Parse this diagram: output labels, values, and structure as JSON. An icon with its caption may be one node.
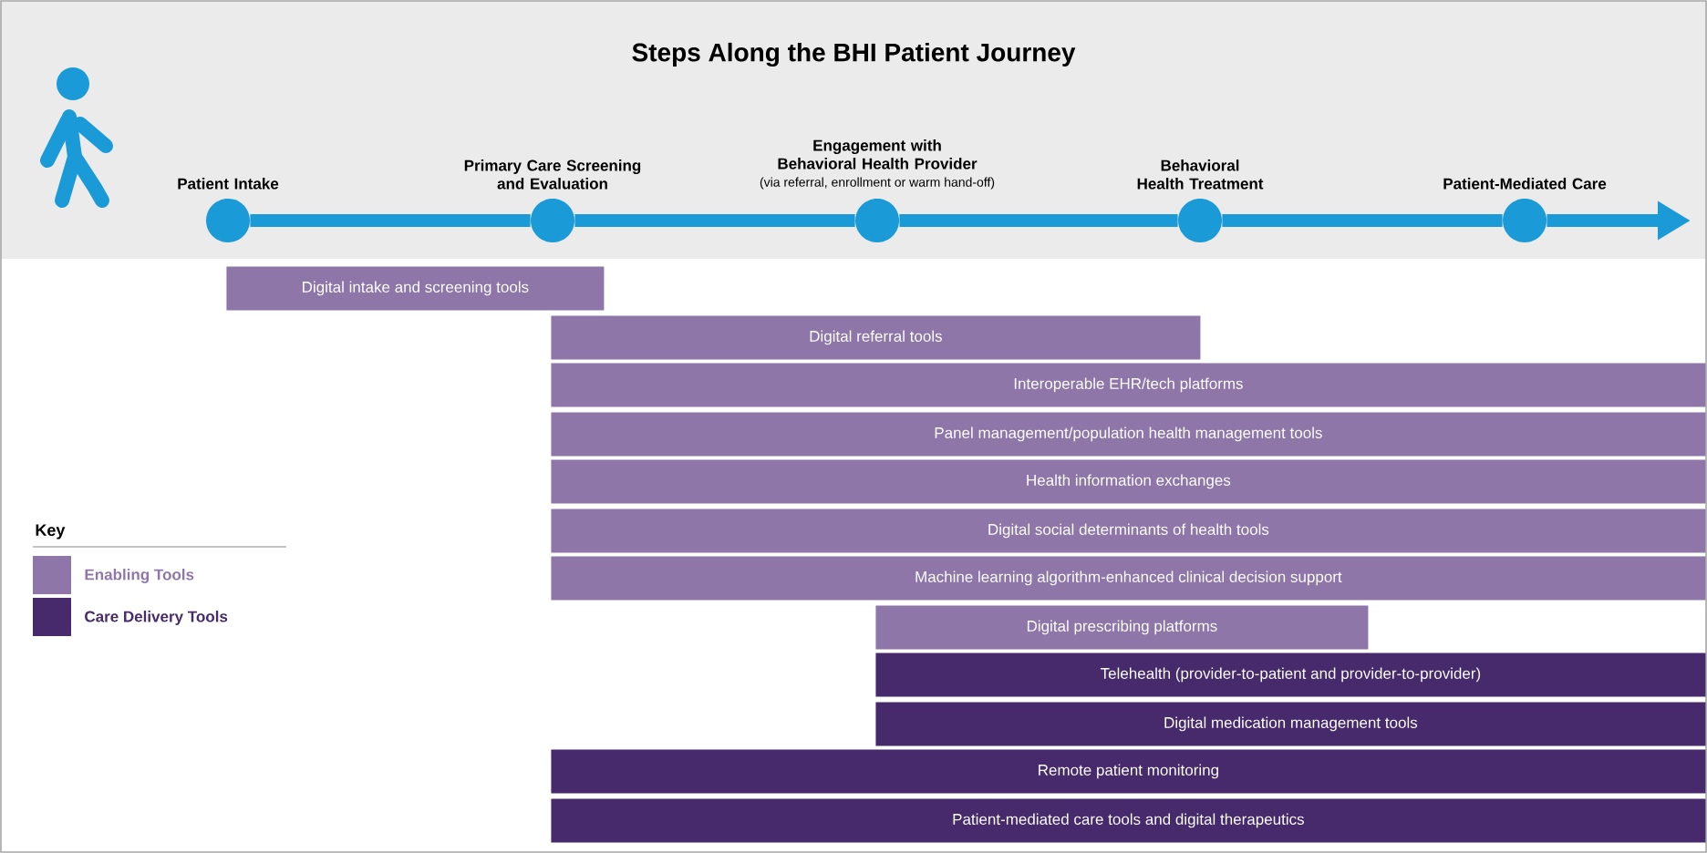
{
  "diagram": {
    "title": "Steps Along the BHI Patient Journey",
    "nodes": [
      {
        "text": [
          "Patient Intake"
        ]
      },
      {
        "text": [
          "Primary Care Screening and Evaluation"
        ]
      },
      {
        "text": [
          "Engagement with Behavioral Health Provider",
          "(via referral, enrollment or warm hand-off)"
        ]
      },
      {
        "text": [
          "Behavioral Health Treatment"
        ]
      },
      {
        "text": [
          "Patient-Mediated Care"
        ]
      },
      {
        "text": [
          "Digital intake and screening tools"
        ]
      },
      {
        "text": [
          "Digital referral tools"
        ]
      },
      {
        "text": [
          "Interoperable EHR/tech platforms"
        ]
      },
      {
        "text": [
          "Panel management/population health management tools"
        ]
      },
      {
        "text": [
          "Health information exchanges"
        ]
      },
      {
        "text": [
          "Digital social determinants of health tools"
        ]
      },
      {
        "text": [
          "Machine learning algorithm-enhanced clinical decision support"
        ]
      },
      {
        "text": [
          "Digital prescribing platforms"
        ]
      },
      {
        "text": [
          "Telehealth (provider-to-patient and provider-to-provider)"
        ]
      },
      {
        "text": [
          "Digital medication management tools"
        ]
      },
      {
        "text": [
          "Remote patient monitoring"
        ]
      },
      {
        "text": [
          "Patient-mediated care tools and digital therapeutics"
        ]
      }
    ],
    "edges": [
      {
        "from": 0,
        "to": 1,
        "arrow": "none"
      },
      {
        "from": 1,
        "to": 2,
        "arrow": "none"
      },
      {
        "from": 2,
        "to": 3,
        "arrow": "none"
      },
      {
        "from": 3,
        "to": 4,
        "arrow": "none"
      },
      {
        "from": 4,
        "to": null,
        "arrow": "to"
      }
    ],
    "labels": [
      "Key"
    ],
    "legend": [
      {
        "text": "Enabling Tools",
        "color": "#8e76a8"
      },
      {
        "text": "Care Delivery Tools",
        "color": "#472a6b"
      }
    ]
  }
}
